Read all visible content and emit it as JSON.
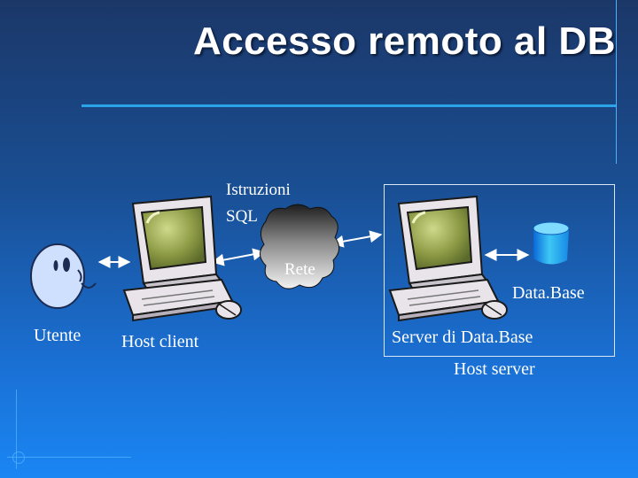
{
  "slide": {
    "title": "Accesso remoto al DB"
  },
  "diagram": {
    "user_label": "Utente",
    "host_client_label": "Host client",
    "instructions_label_line1": "Istruzioni",
    "instructions_label_line2": "SQL",
    "network_label": "Rete",
    "database_label": "Data.Base",
    "db_server_label": "Server di Data.Base",
    "host_server_label": "Host server"
  },
  "colors": {
    "background_top": "#1b3768",
    "background_bottom": "#1a86f4",
    "accent_line": "#2aa3e8",
    "text": "#ffffff"
  }
}
